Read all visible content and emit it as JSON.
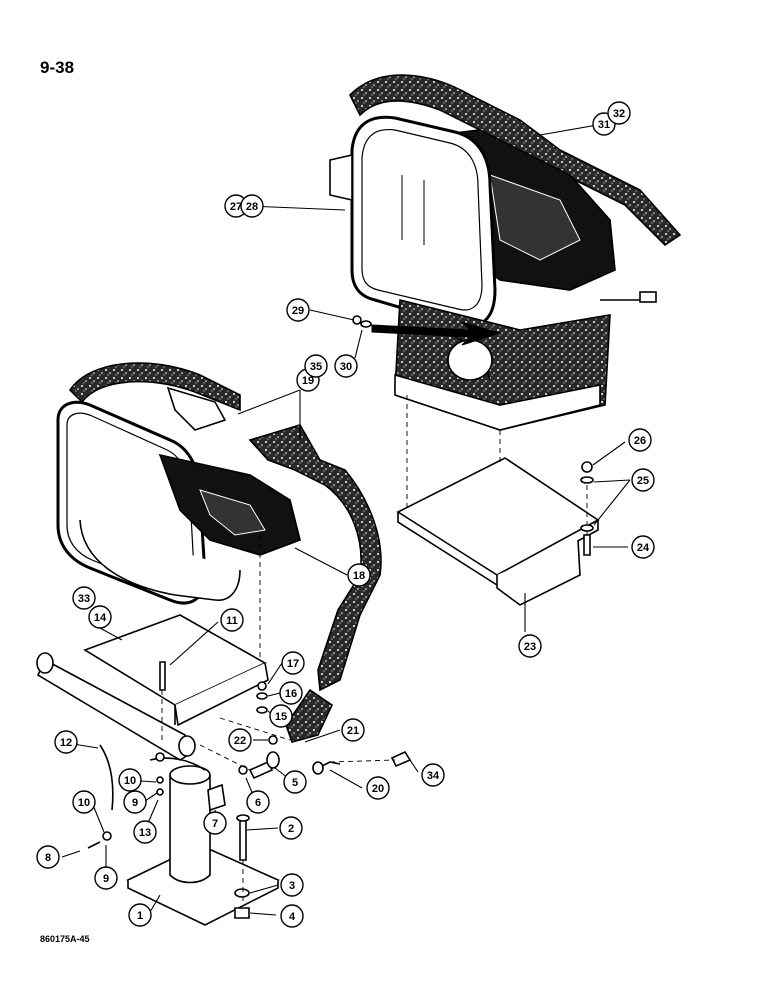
{
  "page_number": "9-38",
  "figure_code": "860175A-45",
  "callouts": [
    {
      "id": "c1",
      "label": "1"
    },
    {
      "id": "c2",
      "label": "2"
    },
    {
      "id": "c3",
      "label": "3"
    },
    {
      "id": "c4",
      "label": "4"
    },
    {
      "id": "c5",
      "label": "5"
    },
    {
      "id": "c6",
      "label": "6"
    },
    {
      "id": "c7",
      "label": "7"
    },
    {
      "id": "c8",
      "label": "8"
    },
    {
      "id": "c9a",
      "label": "9"
    },
    {
      "id": "c9b",
      "label": "9"
    },
    {
      "id": "c10a",
      "label": "10"
    },
    {
      "id": "c10b",
      "label": "10"
    },
    {
      "id": "c11",
      "label": "11"
    },
    {
      "id": "c12",
      "label": "12"
    },
    {
      "id": "c13",
      "label": "13"
    },
    {
      "id": "c14",
      "label": "14"
    },
    {
      "id": "c15",
      "label": "15"
    },
    {
      "id": "c16",
      "label": "16"
    },
    {
      "id": "c17",
      "label": "17"
    },
    {
      "id": "c18",
      "label": "18"
    },
    {
      "id": "c19",
      "label": "19"
    },
    {
      "id": "c20",
      "label": "20"
    },
    {
      "id": "c21",
      "label": "21"
    },
    {
      "id": "c22",
      "label": "22"
    },
    {
      "id": "c23",
      "label": "23"
    },
    {
      "id": "c24",
      "label": "24"
    },
    {
      "id": "c25",
      "label": "25"
    },
    {
      "id": "c26",
      "label": "26"
    },
    {
      "id": "c27",
      "label": "27"
    },
    {
      "id": "c28",
      "label": "28"
    },
    {
      "id": "c29",
      "label": "29"
    },
    {
      "id": "c30",
      "label": "30"
    },
    {
      "id": "c31",
      "label": "31"
    },
    {
      "id": "c32",
      "label": "32"
    },
    {
      "id": "c33",
      "label": "33"
    },
    {
      "id": "c34",
      "label": "34"
    },
    {
      "id": "c35",
      "label": "35"
    }
  ]
}
